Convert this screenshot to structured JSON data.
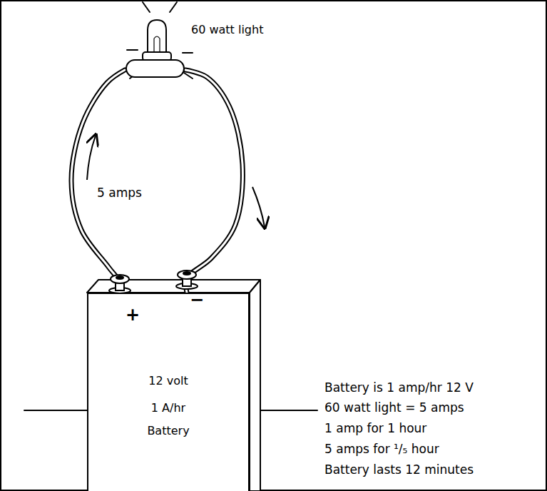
{
  "diagram": {
    "nodes": [
      {
        "text": [
          "60 watt light"
        ]
      },
      {
        "text": [
          "12 volt",
          "1 A/hr",
          "Battery"
        ]
      }
    ],
    "edges": [
      {
        "from": 1,
        "to": 0,
        "arrow": "none"
      },
      {
        "from": 0,
        "to": 1,
        "arrow": "none"
      }
    ],
    "labels": [
      "5 amps",
      "+",
      "−",
      "Battery is 1 amp/hr 12 V",
      "60 watt light = 5 amps",
      "1 amp for 1 hour",
      "5 amps for ¹/₅ hour",
      "Battery lasts 12 minutes"
    ]
  }
}
